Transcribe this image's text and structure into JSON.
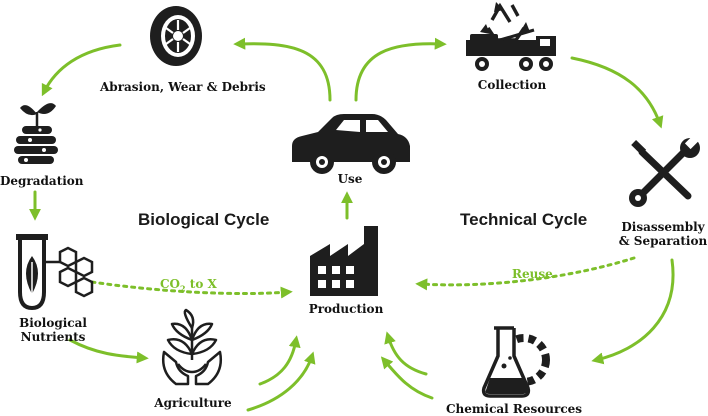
{
  "colors": {
    "arrow": "#7dbf2a",
    "icon": "#1e1e1e",
    "text": "#111111"
  },
  "cycles": {
    "biological": "Biological Cycle",
    "technical": "Technical Cycle"
  },
  "nodes": {
    "abrasion": {
      "label": "Abrasion, Wear & Debris",
      "icon": "tire-icon"
    },
    "collection": {
      "label": "Collection",
      "icon": "tow-truck-recycle-icon"
    },
    "use": {
      "label": "Use",
      "icon": "car-icon"
    },
    "degradation": {
      "label": "Degradation",
      "icon": "sprout-soil-icon"
    },
    "disassembly": {
      "line1": "Disassembly",
      "line2": "& Separation",
      "icon": "wrench-screwdriver-icon"
    },
    "bio_nutrients": {
      "line1": "Biological",
      "line2": "Nutrients",
      "icon": "test-tube-leaf-icon"
    },
    "production": {
      "label": "Production",
      "icon": "factory-icon"
    },
    "agriculture": {
      "label": "Agriculture",
      "icon": "plant-hands-icon"
    },
    "chemical": {
      "label": "Chemical Resources",
      "icon": "flask-gear-icon"
    }
  },
  "flows": {
    "co2_prefix": "CO",
    "co2_sub": "2",
    "co2_suffix": " to X",
    "reuse": "Reuse"
  }
}
